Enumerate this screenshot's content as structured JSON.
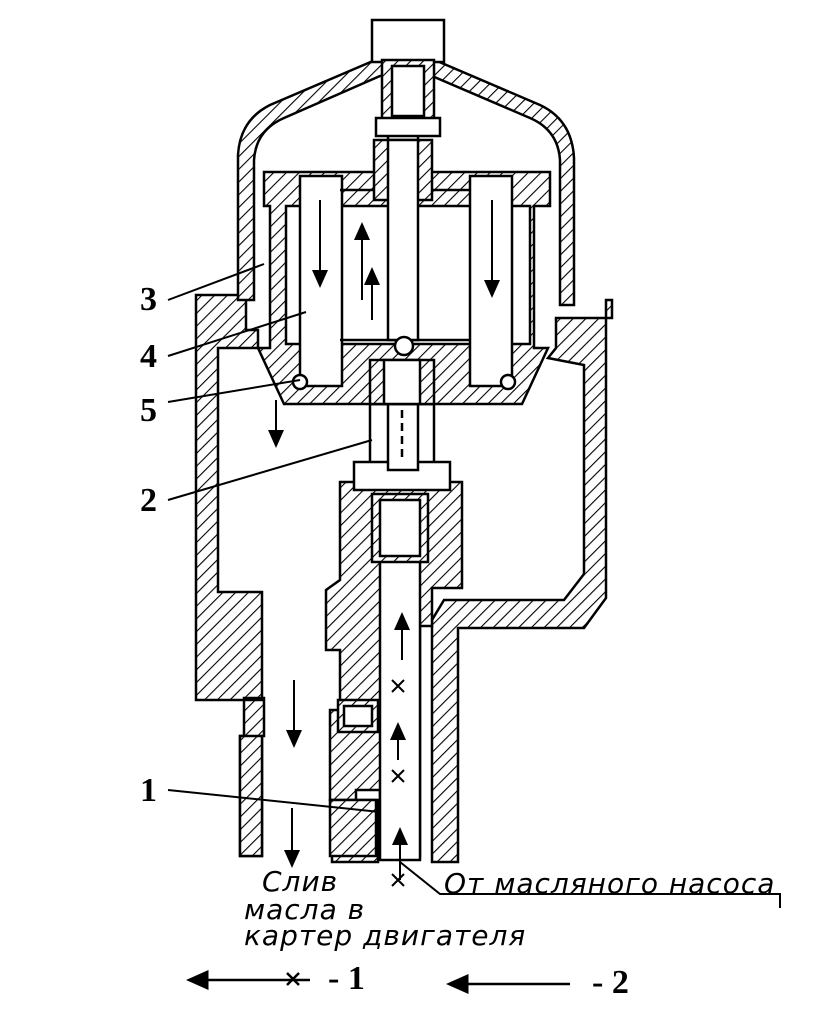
{
  "labels": {
    "l1": "1",
    "l2": "2",
    "l3": "3",
    "l4": "4",
    "l5": "5"
  },
  "captions": {
    "drain_line1": "Слив",
    "drain_line2": "масла в",
    "drain_line3": "картер двигателя",
    "from_pump": "От масляного насоса"
  },
  "legend": {
    "item1": "- 1",
    "item2": "- 2"
  }
}
